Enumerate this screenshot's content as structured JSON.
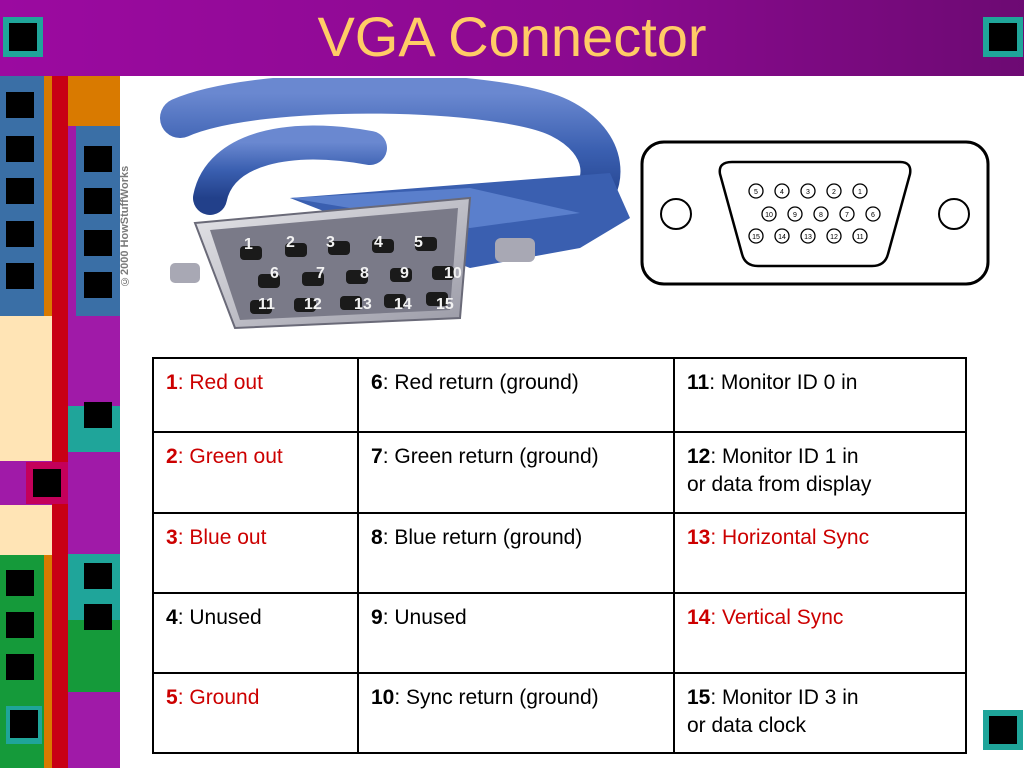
{
  "slide": {
    "title": "VGA Connector",
    "photo_credit": "©2000 HowStuffWorks"
  },
  "connector_photo": {
    "row1": [
      "1",
      "2",
      "3",
      "4",
      "5"
    ],
    "row2": [
      "6",
      "7",
      "8",
      "9",
      "10"
    ],
    "row3": [
      "11",
      "12",
      "13",
      "14",
      "15"
    ]
  },
  "socket_diagram": {
    "row1": [
      "5",
      "4",
      "3",
      "2",
      "1"
    ],
    "row2": [
      "10",
      "9",
      "8",
      "7",
      "6"
    ],
    "row3": [
      "15",
      "14",
      "13",
      "12",
      "11"
    ]
  },
  "pin_table": {
    "rows": [
      [
        {
          "pin": "1",
          "text": ": Red out",
          "color": "red"
        },
        {
          "pin": "6",
          "text": ": Red return (ground)",
          "color": "black"
        },
        {
          "pin": "11",
          "text": ": Monitor ID 0 in",
          "color": "black"
        }
      ],
      [
        {
          "pin": "2",
          "text": ": Green out",
          "color": "red"
        },
        {
          "pin": "7",
          "text": ": Green return (ground)",
          "color": "black"
        },
        {
          "pin": "12",
          "text": ": Monitor ID 1 in",
          "text2": "or data from display",
          "color": "black"
        }
      ],
      [
        {
          "pin": "3",
          "text": ": Blue out",
          "color": "red"
        },
        {
          "pin": "8",
          "text": ": Blue return (ground)",
          "color": "black"
        },
        {
          "pin": "13",
          "text": ": Horizontal Sync",
          "color": "red"
        }
      ],
      [
        {
          "pin": "4",
          "text": ": Unused",
          "color": "black"
        },
        {
          "pin": "9",
          "text": ": Unused",
          "color": "black"
        },
        {
          "pin": "14",
          "text": ": Vertical Sync",
          "color": "red"
        }
      ],
      [
        {
          "pin": "5",
          "text": ": Ground",
          "color": "red"
        },
        {
          "pin": "10",
          "text": ": Sync return (ground)",
          "color": "black"
        },
        {
          "pin": "15",
          "text": ": Monitor ID 3 in",
          "text2": "or data clock",
          "color": "black"
        }
      ]
    ]
  },
  "colors": {
    "title_bar": "#990099",
    "title_text": "#ffcc66",
    "highlight_text": "#cc0000",
    "cable_blue": "#3a5fb0"
  }
}
